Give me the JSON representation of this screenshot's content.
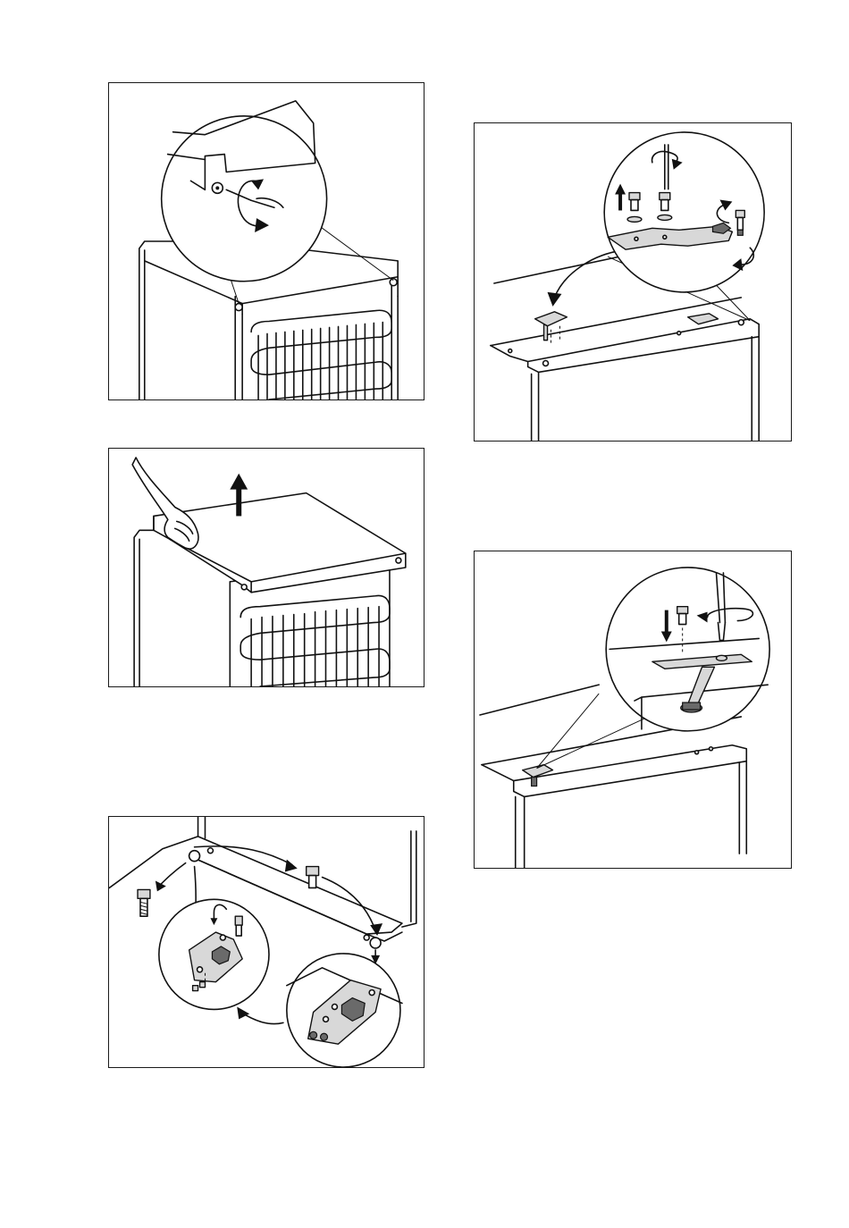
{
  "figures": [
    {
      "id": "remove-screw-detail",
      "arrow": "counter-clockwise"
    },
    {
      "id": "lift-top-cover",
      "arrow": "up"
    },
    {
      "id": "swap-bottom-hinge-pin",
      "arrow": "curved"
    },
    {
      "id": "remove-top-hinge",
      "arrow": "curved"
    },
    {
      "id": "install-top-hinge-opposite-side",
      "arrow": "down"
    }
  ]
}
